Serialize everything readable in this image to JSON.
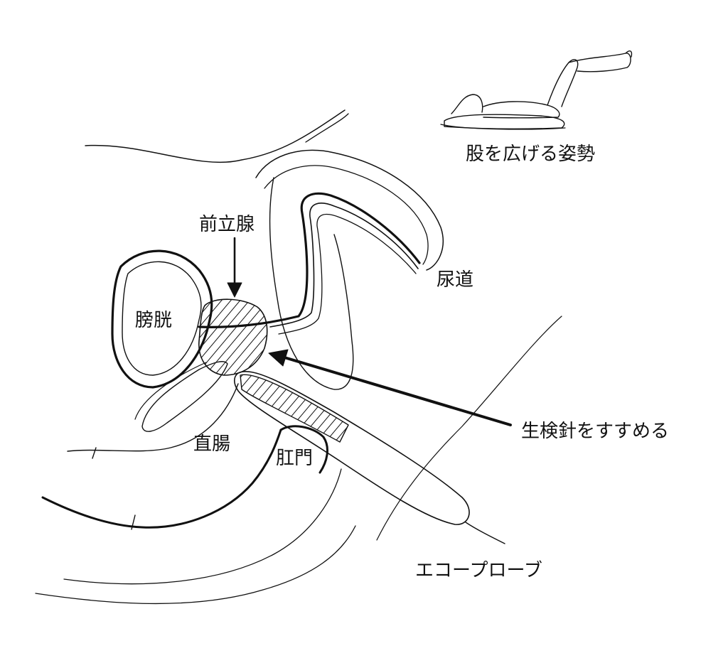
{
  "labels": {
    "posture": "股を広げる姿勢",
    "prostate": "前立腺",
    "urethra": "尿道",
    "bladder": "膀胱",
    "biopsy_needle": "生検針をすすめる",
    "rectum": "直腸",
    "anus": "肛門",
    "echo_probe": "エコープローブ"
  },
  "colors": {
    "ink": "#111111",
    "background": "#ffffff"
  }
}
